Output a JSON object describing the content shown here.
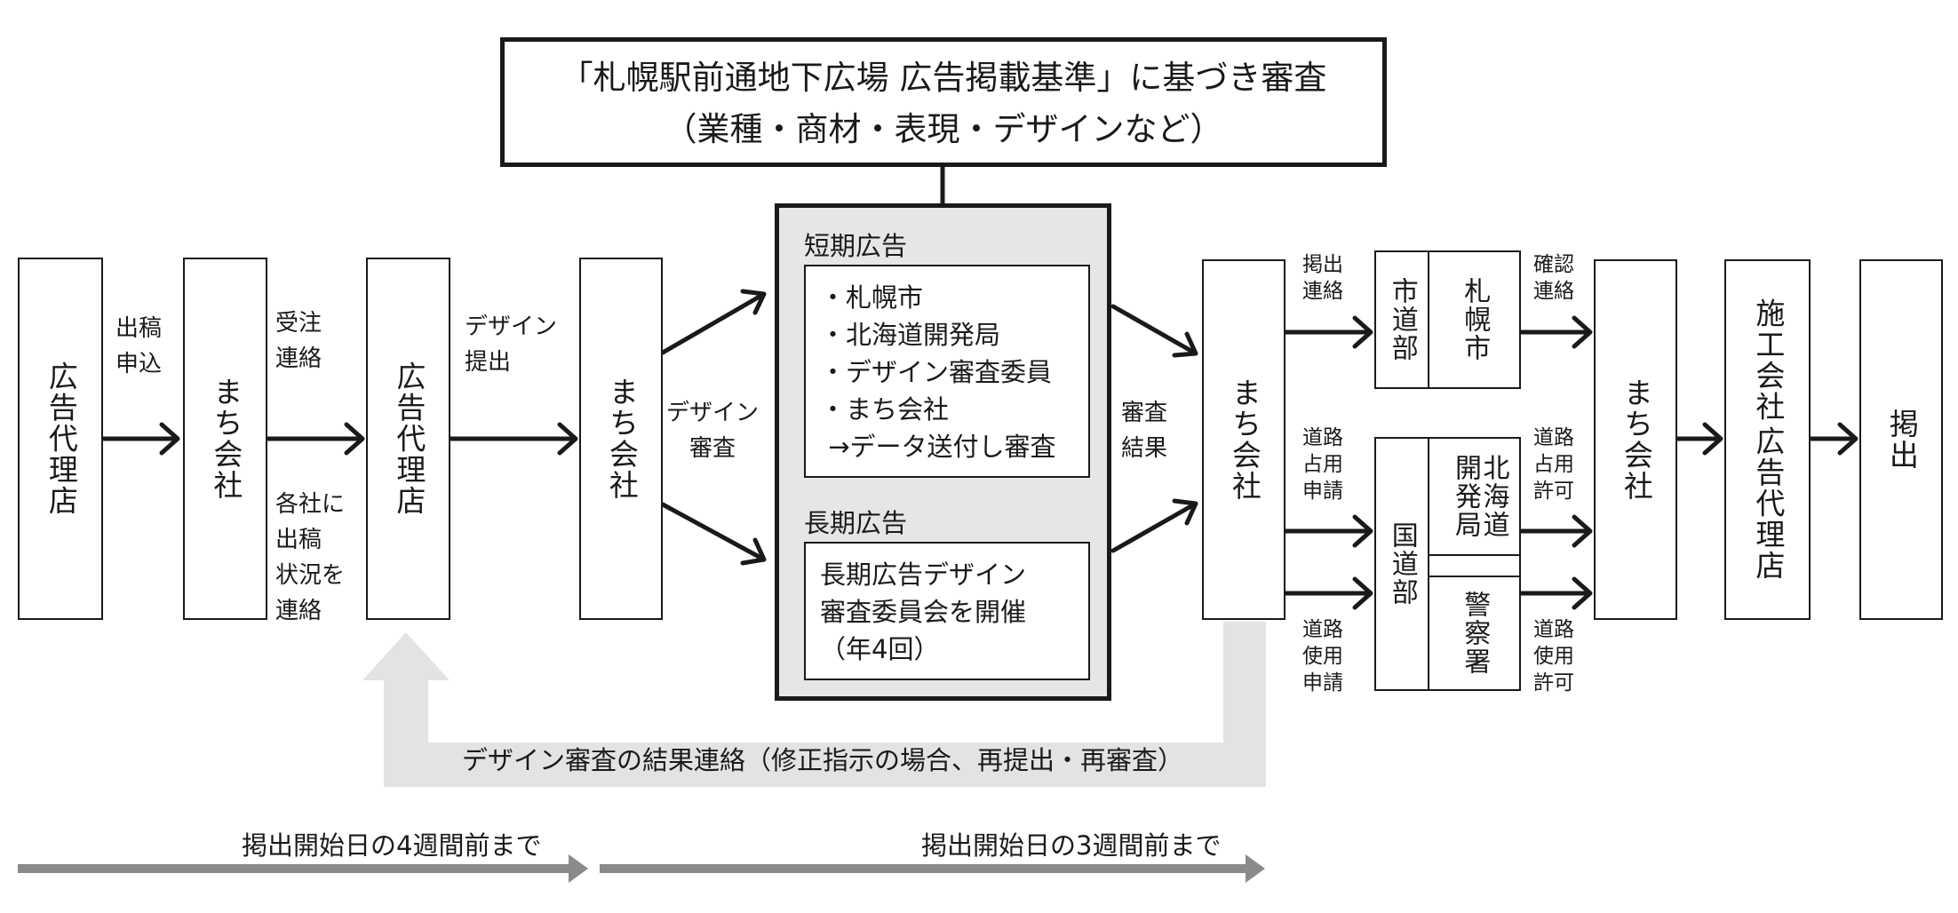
{
  "review_criteria": {
    "line1": "「札幌駅前通地下広場 広告掲載基準」に基づき審査",
    "line2": "（業種・商材・表現・デザインなど）"
  },
  "flow": {
    "ad_agency_1": "広告代理店",
    "machi_1": "まち会社",
    "ad_agency_2": "広告代理店",
    "machi_2": "まち会社",
    "machi_3": "まち会社",
    "machi_4": "まち会社",
    "contractor": "施工会社",
    "contractor_agency": "広告代理店",
    "posting": "掲出"
  },
  "labels": {
    "submission_request": "出稿\n申込",
    "order_contact": "受注\n連絡",
    "notify_status": "各社に\n出稿\n状況を\n連絡",
    "design_submit": "デザイン\n提出",
    "design_review": "デザイン\n審査",
    "review_result": "審査\n結果",
    "posting_contact": "掲出\n連絡",
    "road_occupancy_apply": "道路\n占用\n申請",
    "road_use_apply": "道路\n使用\n申請",
    "confirm_contact": "確認\n連絡",
    "road_occupancy_permit": "道路\n占用\n許可",
    "road_use_permit": "道路\n使用\n許可"
  },
  "review_panel": {
    "short_term_title": "短期広告",
    "short_term_items": [
      "・札幌市",
      "・北海道開発局",
      "・デザイン審査委員",
      "・まち会社",
      " →データ送付し審査"
    ],
    "long_term_title": "長期広告",
    "long_term_items": [
      "長期広告デザイン",
      "審査委員会を開催",
      "（年4回）"
    ]
  },
  "authorities": {
    "city_dept": "市道部",
    "sapporo_city": "札幌市",
    "national_dept": "国道部",
    "hokkaido_bureau": "北海道開発局",
    "police": "警察署"
  },
  "feedback_label": "デザイン審査の結果連絡（修正指示の場合、再提出・再審査）",
  "timeline": {
    "deadline_4_weeks": "掲出開始日の4週間前まで",
    "deadline_3_weeks": "掲出開始日の3週間前まで"
  },
  "colors": {
    "line": "#1a1a1a",
    "panel_fill": "#e6e6e6",
    "feedback_fill": "#e3e3e3",
    "timeline_arrow": "#8a8a8a"
  }
}
